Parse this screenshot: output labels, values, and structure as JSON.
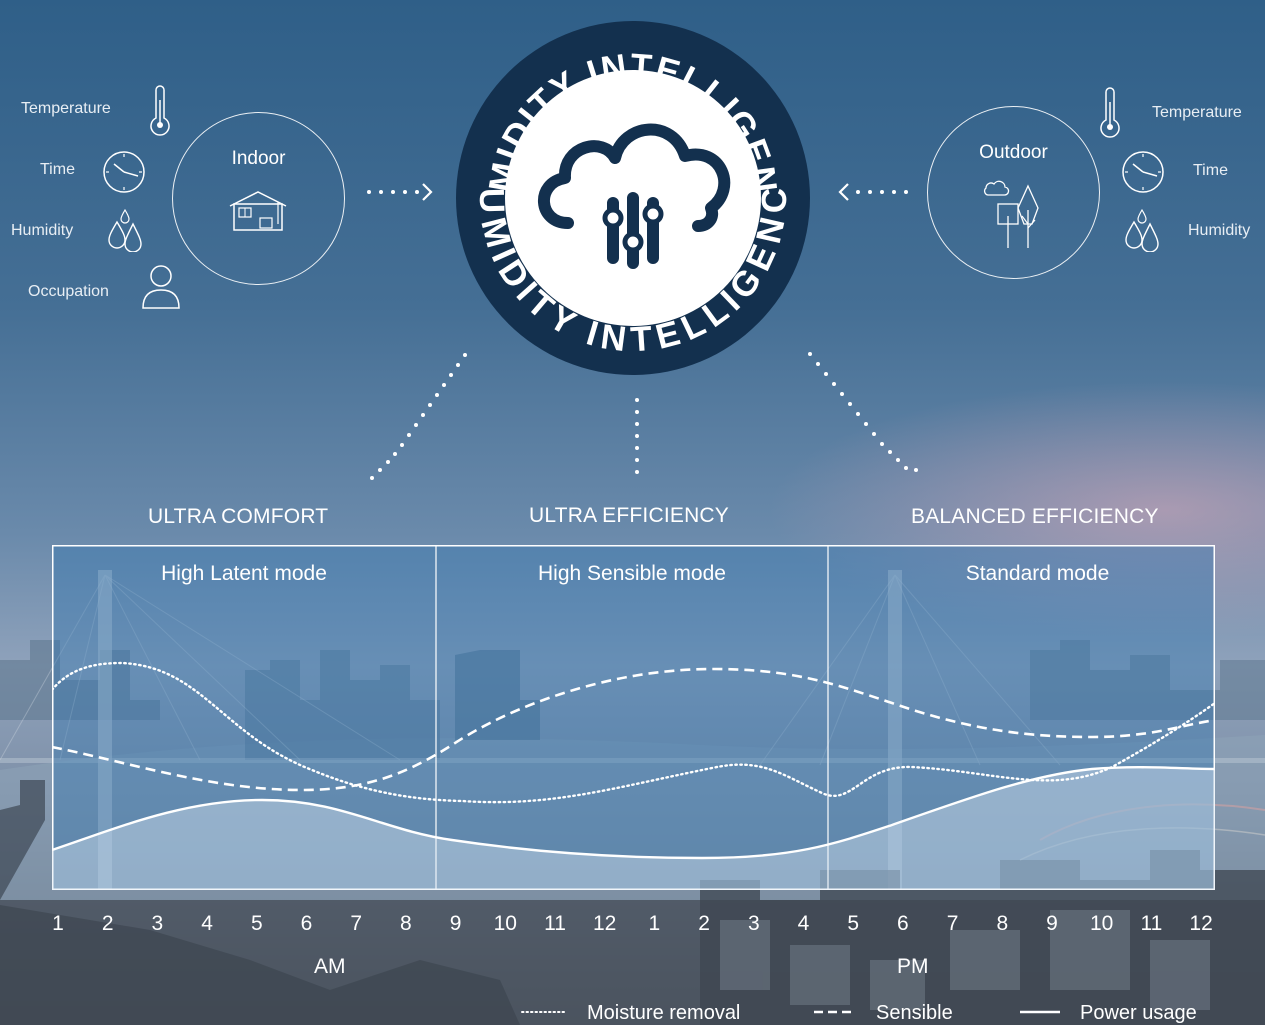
{
  "badge": {
    "text_top": "HUMIDITY INTELLIGENCE",
    "text_bottom": "HUMIDITY INTELLIGENCE",
    "ring_color": "#13304e"
  },
  "indoor": {
    "title": "Indoor",
    "factors": [
      "Temperature",
      "Time",
      "Humidity",
      "Occupation"
    ]
  },
  "outdoor": {
    "title": "Outdoor",
    "factors": [
      "Temperature",
      "Time",
      "Humidity"
    ]
  },
  "modes": [
    {
      "title": "ULTRA COMFORT",
      "sub": "High Latent mode"
    },
    {
      "title": "ULTRA EFFICIENCY",
      "sub": "High Sensible mode"
    },
    {
      "title": "BALANCED EFFICIENCY",
      "sub": "Standard mode"
    }
  ],
  "axis": {
    "hours": [
      "1",
      "2",
      "3",
      "4",
      "5",
      "6",
      "7",
      "8",
      "9",
      "10",
      "11",
      "12",
      "1",
      "2",
      "3",
      "4",
      "5",
      "6",
      "7",
      "8",
      "9",
      "10",
      "11",
      "12"
    ],
    "am": "AM",
    "pm": "PM"
  },
  "legend": {
    "moisture": "Moisture removal",
    "sensible": "Sensible",
    "power": "Power usage"
  },
  "icons": [
    "thermometer-icon",
    "clock-icon",
    "droplets-icon",
    "person-icon",
    "house-icon",
    "cloud-icon",
    "trees-icon",
    "cloud-sliders-icon"
  ]
}
